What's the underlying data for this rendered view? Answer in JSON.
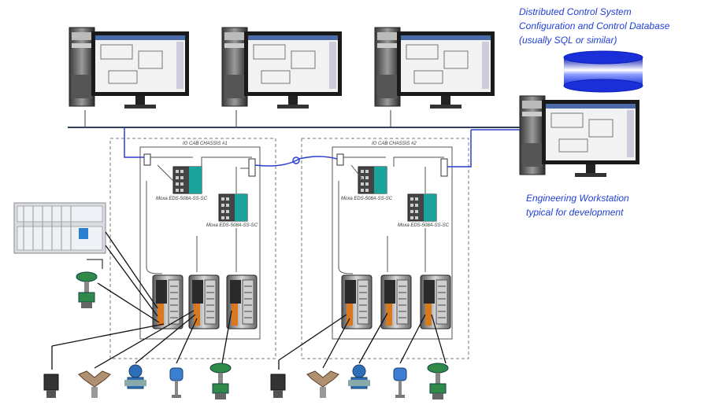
{
  "labels": {
    "dcs_line1": "Distributed Control System",
    "dcs_line2": "Configuration and Control Database",
    "dcs_line3": "(usually SQL or similar)",
    "eng_line1": "Engineering Workstation",
    "eng_line2": "typical for development"
  },
  "cabinets": [
    {
      "title": "IO CAB CHASSIS #1",
      "switches": [
        "Moxa EDS-508A-SS-SC",
        "Moxa EDS-508A-SS-SC"
      ]
    },
    {
      "title": "IO CAB CHASSIS #2",
      "switches": [
        "Moxa EDS-508A-SS-SC",
        "Moxa EDS-508A-SS-SC"
      ]
    }
  ],
  "colors": {
    "label_blue": "#1f3fd6",
    "network_blue": "#2b3fd0",
    "db_blue": "#1a2fd8",
    "switch_teal": "#1aa39a",
    "io_orange": "#d9781f",
    "valve_green": "#2f8a4a"
  }
}
